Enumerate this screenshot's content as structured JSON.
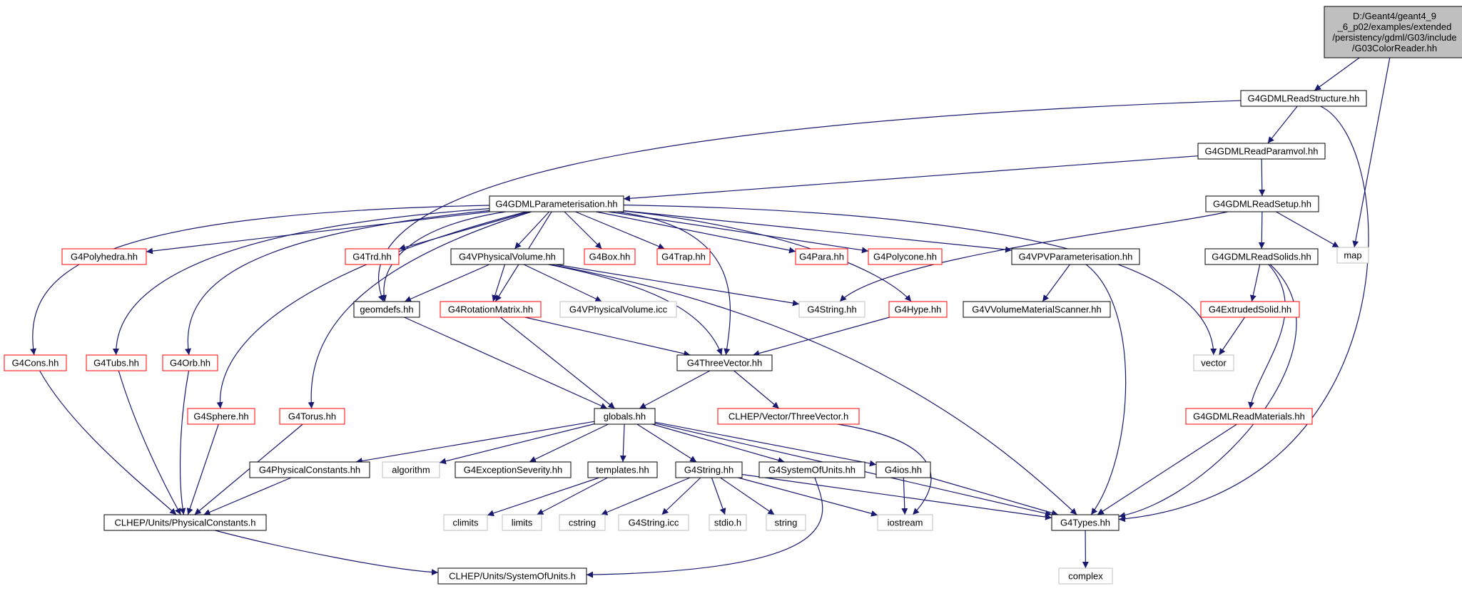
{
  "colors": {
    "edge": "#191970",
    "root_fill": "#bfbfbf",
    "border_black": "#000000",
    "border_red": "#ff0000",
    "border_gray": "#bfbfbf",
    "text": "#000000"
  },
  "nodes": [
    {
      "id": "root",
      "lines": [
        "D:/Geant4/geant4_9",
        "_6_p02/examples/extended",
        "/persistency/gdml/G03/include",
        "/G03ColorReader.hh"
      ],
      "style": "root"
    },
    {
      "id": "readstructure",
      "lines": [
        "G4GDMLReadStructure.hh"
      ],
      "style": "black"
    },
    {
      "id": "map",
      "lines": [
        "map"
      ],
      "style": "gray"
    },
    {
      "id": "paramvol",
      "lines": [
        "G4GDMLReadParamvol.hh"
      ],
      "style": "black"
    },
    {
      "id": "parameterisation",
      "lines": [
        "G4GDMLParameterisation.hh"
      ],
      "style": "black"
    },
    {
      "id": "readsetup",
      "lines": [
        "G4GDMLReadSetup.hh"
      ],
      "style": "black"
    },
    {
      "id": "polyhedra",
      "lines": [
        "G4Polyhedra.hh"
      ],
      "style": "red"
    },
    {
      "id": "trd",
      "lines": [
        "G4Trd.hh"
      ],
      "style": "red"
    },
    {
      "id": "physvol",
      "lines": [
        "G4VPhysicalVolume.hh"
      ],
      "style": "black"
    },
    {
      "id": "box",
      "lines": [
        "G4Box.hh"
      ],
      "style": "red"
    },
    {
      "id": "trap",
      "lines": [
        "G4Trap.hh"
      ],
      "style": "red"
    },
    {
      "id": "para",
      "lines": [
        "G4Para.hh"
      ],
      "style": "red"
    },
    {
      "id": "polycone",
      "lines": [
        "G4Polycone.hh"
      ],
      "style": "red"
    },
    {
      "id": "pvparam",
      "lines": [
        "G4VPVParameterisation.hh"
      ],
      "style": "black"
    },
    {
      "id": "readsolids",
      "lines": [
        "G4GDMLReadSolids.hh"
      ],
      "style": "black"
    },
    {
      "id": "geomdefs",
      "lines": [
        "geomdefs.hh"
      ],
      "style": "black"
    },
    {
      "id": "rotmatrix",
      "lines": [
        "G4RotationMatrix.hh"
      ],
      "style": "red"
    },
    {
      "id": "physvolicc",
      "lines": [
        "G4VPhysicalVolume.icc"
      ],
      "style": "gray"
    },
    {
      "id": "g4string",
      "lines": [
        "G4String.hh"
      ],
      "style": "gray"
    },
    {
      "id": "hype",
      "lines": [
        "G4Hype.hh"
      ],
      "style": "red"
    },
    {
      "id": "volmatscanner",
      "lines": [
        "G4VVolumeMaterialScanner.hh"
      ],
      "style": "black"
    },
    {
      "id": "extruded",
      "lines": [
        "G4ExtrudedSolid.hh"
      ],
      "style": "red"
    },
    {
      "id": "cons",
      "lines": [
        "G4Cons.hh"
      ],
      "style": "red"
    },
    {
      "id": "tubs",
      "lines": [
        "G4Tubs.hh"
      ],
      "style": "red"
    },
    {
      "id": "orb",
      "lines": [
        "G4Orb.hh"
      ],
      "style": "red"
    },
    {
      "id": "threevector",
      "lines": [
        "G4ThreeVector.hh"
      ],
      "style": "black"
    },
    {
      "id": "vector",
      "lines": [
        "vector"
      ],
      "style": "gray"
    },
    {
      "id": "sphere",
      "lines": [
        "G4Sphere.hh"
      ],
      "style": "red"
    },
    {
      "id": "torus",
      "lines": [
        "G4Torus.hh"
      ],
      "style": "red"
    },
    {
      "id": "globals",
      "lines": [
        "globals.hh"
      ],
      "style": "black"
    },
    {
      "id": "clhepthreevec",
      "lines": [
        "CLHEP/Vector/ThreeVector.h"
      ],
      "style": "red"
    },
    {
      "id": "readmaterials",
      "lines": [
        "G4GDMLReadMaterials.hh"
      ],
      "style": "red"
    },
    {
      "id": "physconsts",
      "lines": [
        "G4PhysicalConstants.hh"
      ],
      "style": "black"
    },
    {
      "id": "algorithm",
      "lines": [
        "algorithm"
      ],
      "style": "gray"
    },
    {
      "id": "exceptionsev",
      "lines": [
        "G4ExceptionSeverity.hh"
      ],
      "style": "black"
    },
    {
      "id": "templates",
      "lines": [
        "templates.hh"
      ],
      "style": "black"
    },
    {
      "id": "g4stringhh",
      "lines": [
        "G4String.hh"
      ],
      "style": "black"
    },
    {
      "id": "sysunits",
      "lines": [
        "G4SystemOfUnits.hh"
      ],
      "style": "black"
    },
    {
      "id": "g4ios",
      "lines": [
        "G4ios.hh"
      ],
      "style": "black"
    },
    {
      "id": "clhepphysconst",
      "lines": [
        "CLHEP/Units/PhysicalConstants.h"
      ],
      "style": "black"
    },
    {
      "id": "climits",
      "lines": [
        "climits"
      ],
      "style": "gray"
    },
    {
      "id": "limits",
      "lines": [
        "limits"
      ],
      "style": "gray"
    },
    {
      "id": "cstring",
      "lines": [
        "cstring"
      ],
      "style": "gray"
    },
    {
      "id": "g4stringicc",
      "lines": [
        "G4String.icc"
      ],
      "style": "gray"
    },
    {
      "id": "stdio",
      "lines": [
        "stdio.h"
      ],
      "style": "gray"
    },
    {
      "id": "string",
      "lines": [
        "string"
      ],
      "style": "gray"
    },
    {
      "id": "iostream",
      "lines": [
        "iostream"
      ],
      "style": "gray"
    },
    {
      "id": "g4types",
      "lines": [
        "G4Types.hh"
      ],
      "style": "black"
    },
    {
      "id": "clhepsysunits",
      "lines": [
        "CLHEP/Units/SystemOfUnits.h"
      ],
      "style": "black"
    },
    {
      "id": "complex",
      "lines": [
        "complex"
      ],
      "style": "gray"
    }
  ],
  "edges": [
    [
      "root",
      "readstructure"
    ],
    [
      "root",
      "map"
    ],
    [
      "readstructure",
      "paramvol"
    ],
    [
      "readstructure",
      "geomdefs"
    ],
    [
      "readstructure",
      "g4types"
    ],
    [
      "paramvol",
      "parameterisation"
    ],
    [
      "paramvol",
      "readsetup"
    ],
    [
      "readsetup",
      "readsolids"
    ],
    [
      "readsetup",
      "map"
    ],
    [
      "readsetup",
      "g4string"
    ],
    [
      "readsolids",
      "extruded"
    ],
    [
      "readsolids",
      "readmaterials"
    ],
    [
      "readsolids",
      "g4types"
    ],
    [
      "extruded",
      "vector"
    ],
    [
      "readmaterials",
      "g4types"
    ],
    [
      "parameterisation",
      "polyhedra"
    ],
    [
      "parameterisation",
      "trd"
    ],
    [
      "parameterisation",
      "physvol"
    ],
    [
      "parameterisation",
      "box"
    ],
    [
      "parameterisation",
      "trap"
    ],
    [
      "parameterisation",
      "para"
    ],
    [
      "parameterisation",
      "polycone"
    ],
    [
      "parameterisation",
      "pvparam"
    ],
    [
      "parameterisation",
      "cons"
    ],
    [
      "parameterisation",
      "tubs"
    ],
    [
      "parameterisation",
      "orb"
    ],
    [
      "parameterisation",
      "sphere"
    ],
    [
      "parameterisation",
      "torus"
    ],
    [
      "parameterisation",
      "rotmatrix"
    ],
    [
      "parameterisation",
      "geomdefs"
    ],
    [
      "parameterisation",
      "threevector"
    ],
    [
      "parameterisation",
      "hype"
    ],
    [
      "parameterisation",
      "vector"
    ],
    [
      "physvol",
      "geomdefs"
    ],
    [
      "physvol",
      "rotmatrix"
    ],
    [
      "physvol",
      "physvolicc"
    ],
    [
      "physvol",
      "g4string"
    ],
    [
      "physvol",
      "threevector"
    ],
    [
      "physvol",
      "g4types"
    ],
    [
      "pvparam",
      "volmatscanner"
    ],
    [
      "pvparam",
      "g4types"
    ],
    [
      "hype",
      "threevector"
    ],
    [
      "geomdefs",
      "globals"
    ],
    [
      "rotmatrix",
      "globals"
    ],
    [
      "rotmatrix",
      "threevector"
    ],
    [
      "threevector",
      "globals"
    ],
    [
      "threevector",
      "clhepthreevec"
    ],
    [
      "clhepthreevec",
      "iostream"
    ],
    [
      "cons",
      "clhepphysconst"
    ],
    [
      "tubs",
      "clhepphysconst"
    ],
    [
      "orb",
      "clhepphysconst"
    ],
    [
      "sphere",
      "clhepphysconst"
    ],
    [
      "torus",
      "clhepphysconst"
    ],
    [
      "globals",
      "physconsts"
    ],
    [
      "globals",
      "algorithm"
    ],
    [
      "globals",
      "exceptionsev"
    ],
    [
      "globals",
      "templates"
    ],
    [
      "globals",
      "g4stringhh"
    ],
    [
      "globals",
      "sysunits"
    ],
    [
      "globals",
      "g4ios"
    ],
    [
      "globals",
      "g4types"
    ],
    [
      "physconsts",
      "clhepphysconst"
    ],
    [
      "templates",
      "climits"
    ],
    [
      "templates",
      "limits"
    ],
    [
      "g4stringhh",
      "cstring"
    ],
    [
      "g4stringhh",
      "g4stringicc"
    ],
    [
      "g4stringhh",
      "stdio"
    ],
    [
      "g4stringhh",
      "string"
    ],
    [
      "g4stringhh",
      "iostream"
    ],
    [
      "g4stringhh",
      "g4types"
    ],
    [
      "sysunits",
      "clhepsysunits"
    ],
    [
      "g4ios",
      "iostream"
    ],
    [
      "g4ios",
      "g4types"
    ],
    [
      "clhepphysconst",
      "clhepsysunits"
    ],
    [
      "g4types",
      "complex"
    ]
  ]
}
